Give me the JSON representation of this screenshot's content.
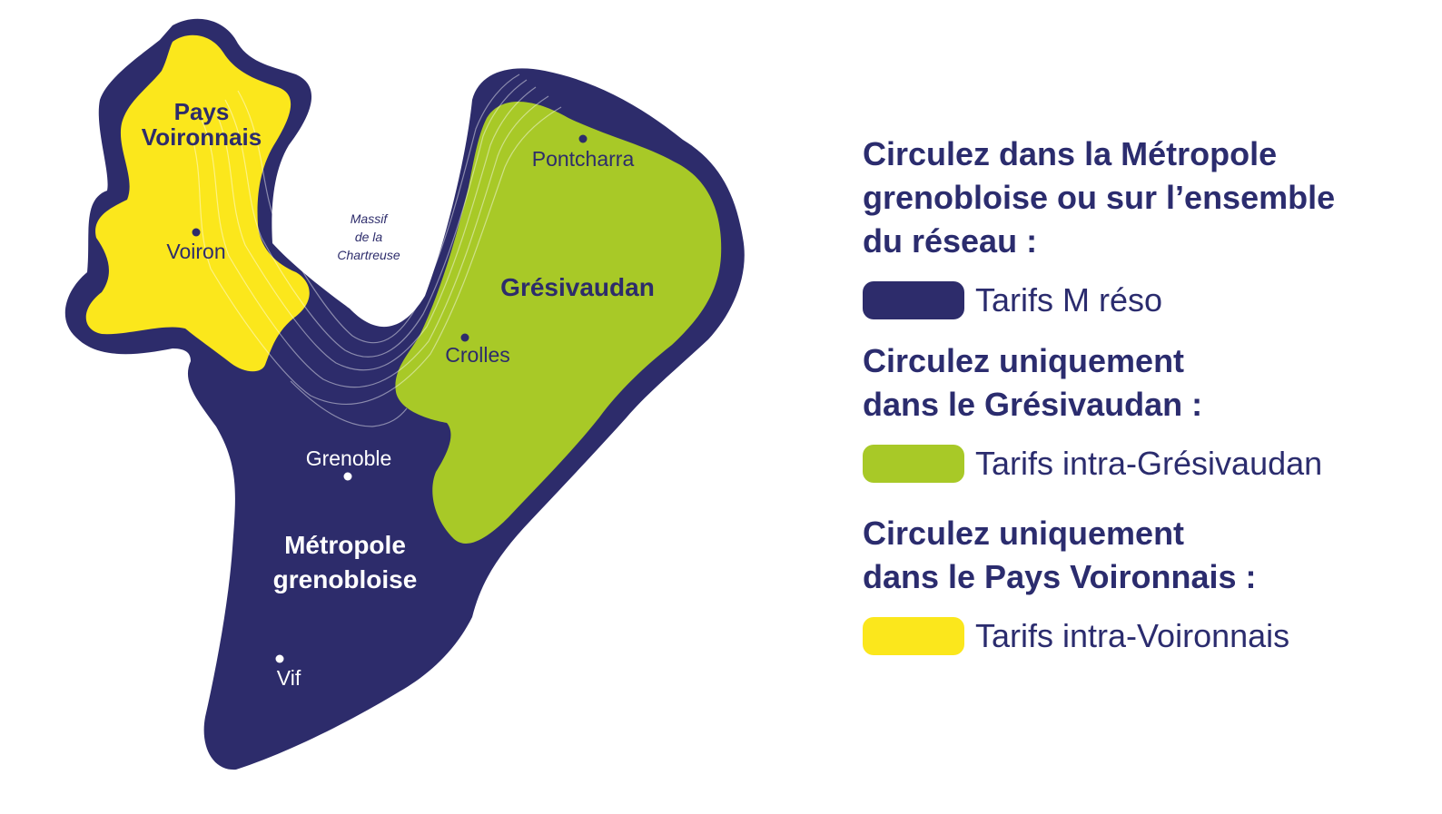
{
  "colors": {
    "reseau": "#2d2c6b",
    "gresivaudan": "#a8c927",
    "voironnais": "#fbe71c",
    "text": "#2b2c6e"
  },
  "map": {
    "regions": {
      "pays_voironnais": "Pays\nVoironnais",
      "gresivaudan": "Grésivaudan",
      "metropole": "Métropole\ngrenobloise",
      "massif": "Massif\nde la\nChartreuse"
    },
    "cities": {
      "voiron": "Voiron",
      "pontcharra": "Pontcharra",
      "crolles": "Crolles",
      "grenoble": "Grenoble",
      "vif": "Vif"
    }
  },
  "legend": {
    "sections": [
      {
        "heading": "Circulez dans la Métropole\ngrenobloise ou sur l’ensemble\ndu réseau :",
        "label": "Tarifs M réso",
        "color": "#2d2c6b"
      },
      {
        "heading": "Circulez uniquement\ndans le Grésivaudan :",
        "label": "Tarifs intra-Grésivaudan",
        "color": "#a8c927"
      },
      {
        "heading": "Circulez uniquement\ndans le Pays Voironnais :",
        "label": "Tarifs intra-Voironnais",
        "color": "#fbe71c"
      }
    ]
  }
}
